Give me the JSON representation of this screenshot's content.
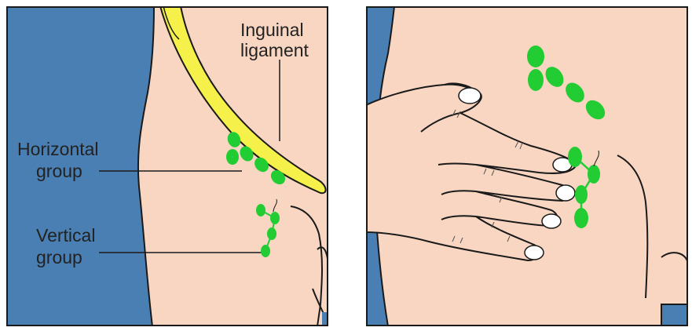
{
  "labels": {
    "inguinal_line1": "Inguinal",
    "inguinal_line2": "ligament",
    "horizontal_line1": "Horizontal",
    "horizontal_line2": "group",
    "vertical_line1": "Vertical",
    "vertical_line2": "group"
  },
  "colors": {
    "skin": "#f8d6c2",
    "background": "#4a7fb3",
    "ligament": "#f5f04a",
    "lymph_node": "#22cc33",
    "outline": "#1a1a1a",
    "nail": "#ffffff"
  },
  "panels": {
    "left": "anatomy-lymph-node-groups",
    "right": "palpation-with-hand"
  }
}
